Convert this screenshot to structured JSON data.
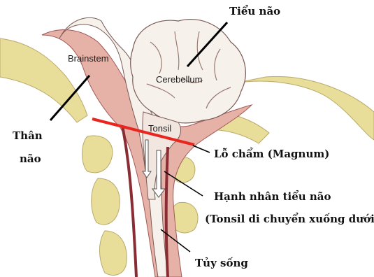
{
  "labels": {
    "tieu_nao": "Tiểu não",
    "than_nao_1": "Thân",
    "than_nao_2": "não",
    "lo_cham": "Lỗ chẩm (Magnum)",
    "hanh_nhan": "Hạnh nhân tiểu não",
    "tonsil_di_chuyen": "(Tonsil di chuyển xuống dưới)",
    "tuy_song": "Tủy sống"
  },
  "inner_labels": {
    "brainstem": "Brainstem",
    "cerebellum": "Cerebellum",
    "tonsil": "Tonsil"
  },
  "colors": {
    "foramen_line": "#e8261f",
    "leader_lines": "#000000",
    "bone": "#e9dd9a",
    "tissue_pink": "#e6b2a8",
    "brain_white": "#f7f1ec",
    "dark_red": "#8a2c33"
  }
}
